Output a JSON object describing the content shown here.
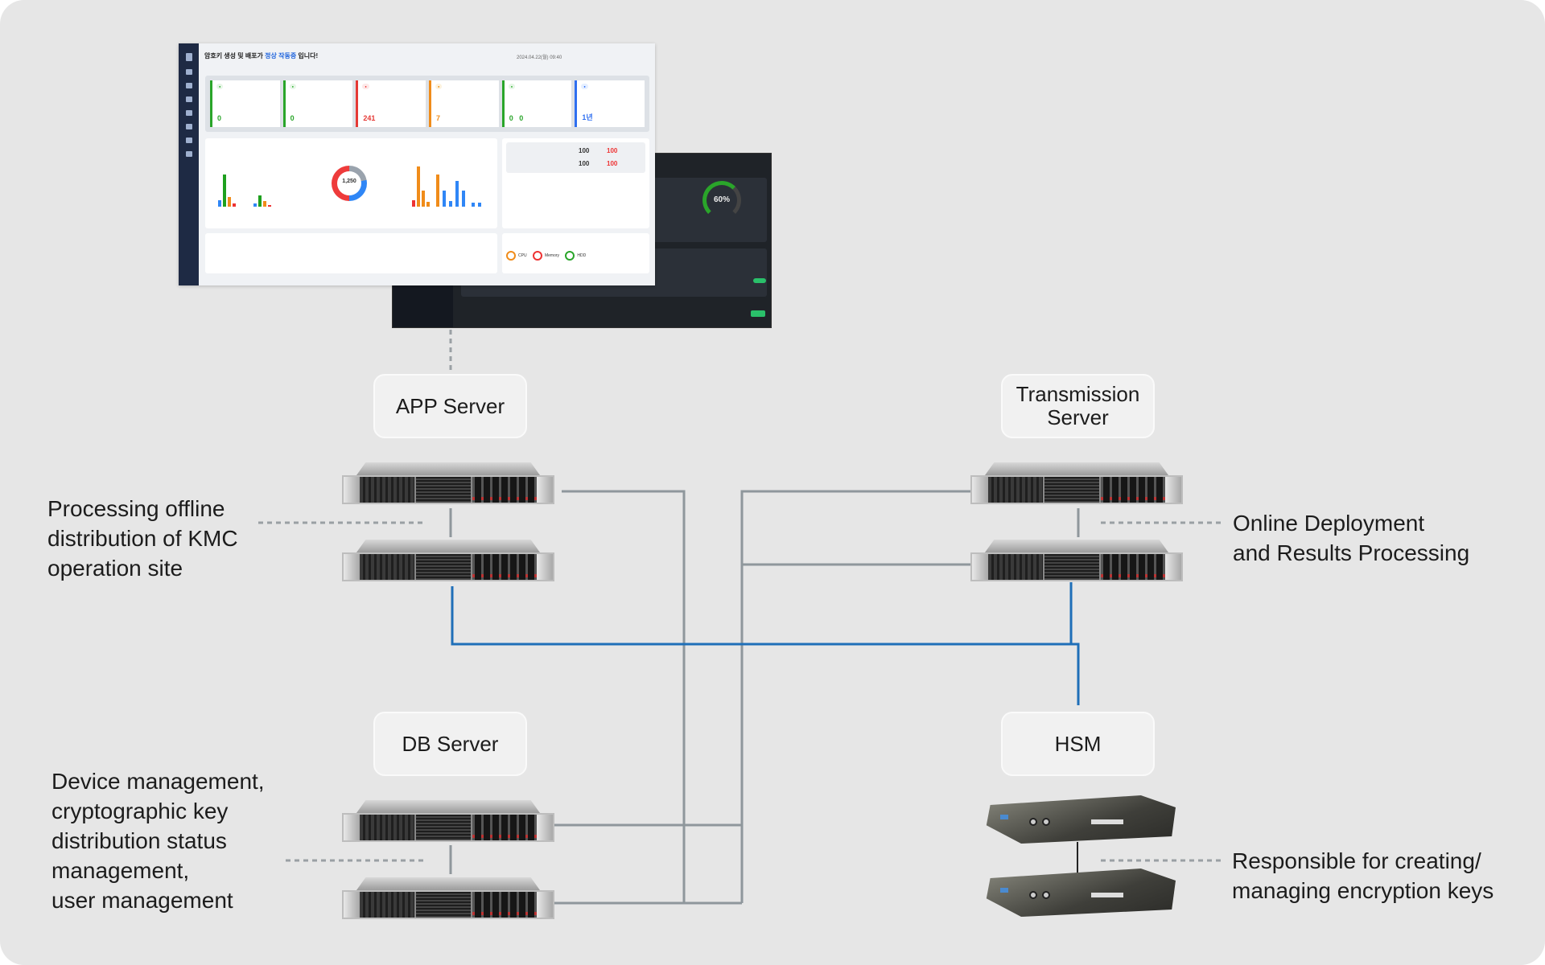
{
  "dashboard": {
    "title_prefix": "암호키 생성 및 배포가",
    "title_highlight": "정상 작동중",
    "title_suffix": "입니다!",
    "date": "2024.04.22(월) 09:40",
    "cards": [
      {
        "value": "0",
        "color": "#2aa52a"
      },
      {
        "value": "0",
        "color": "#2aa52a"
      },
      {
        "value": "241",
        "color": "#e53935"
      },
      {
        "value": "7",
        "color": "#f08c1a"
      },
      {
        "value": "0   0",
        "color": "#2aa52a"
      },
      {
        "value": "1년",
        "color": "#2f6ff0"
      }
    ],
    "donut_total": "1,250",
    "stat_values": [
      "100",
      "100",
      "100",
      "100"
    ],
    "system_status": [
      "CPU",
      "Memory",
      "HDD"
    ],
    "gauge_value": "60%"
  },
  "nodes": {
    "app_server": "APP Server",
    "transmission_server": "Transmission Server",
    "db_server": "DB Server",
    "hsm": "HSM"
  },
  "descriptions": {
    "app": "Processing offline\ndistribution of KMC\noperation site",
    "transmission": "Online Deployment\nand Results Processing",
    "db": "Device management,\ncryptographic key\ndistribution status\nmanagement,\nuser management",
    "hsm": "Responsible for creating/\nmanaging encryption keys"
  },
  "colors": {
    "background": "#e6e6e6",
    "link_gray": "#8f979c",
    "link_blue": "#1f6fb8"
  }
}
